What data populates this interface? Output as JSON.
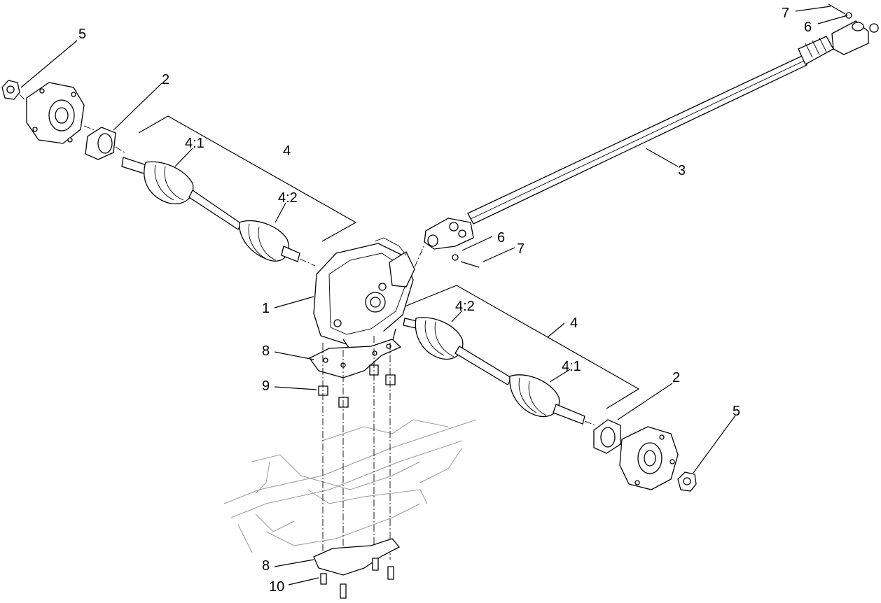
{
  "callouts": {
    "c1": "1",
    "c2_left": "2",
    "c2_right": "2",
    "c3": "3",
    "c4_left": "4",
    "c4_right": "4",
    "c4_1_left": "4:1",
    "c4_2_left": "4:2",
    "c4_1_right": "4:1",
    "c4_2_right": "4:2",
    "c5_left": "5",
    "c5_right": "5",
    "c6_top": "6",
    "c6_mid": "6",
    "c7_top": "7",
    "c7_mid": "7",
    "c8_top": "8",
    "c8_bottom": "8",
    "c9": "9",
    "c10": "10"
  },
  "colors": {
    "line": "#000000",
    "ghost_frame": "#999999",
    "background": "#ffffff"
  }
}
